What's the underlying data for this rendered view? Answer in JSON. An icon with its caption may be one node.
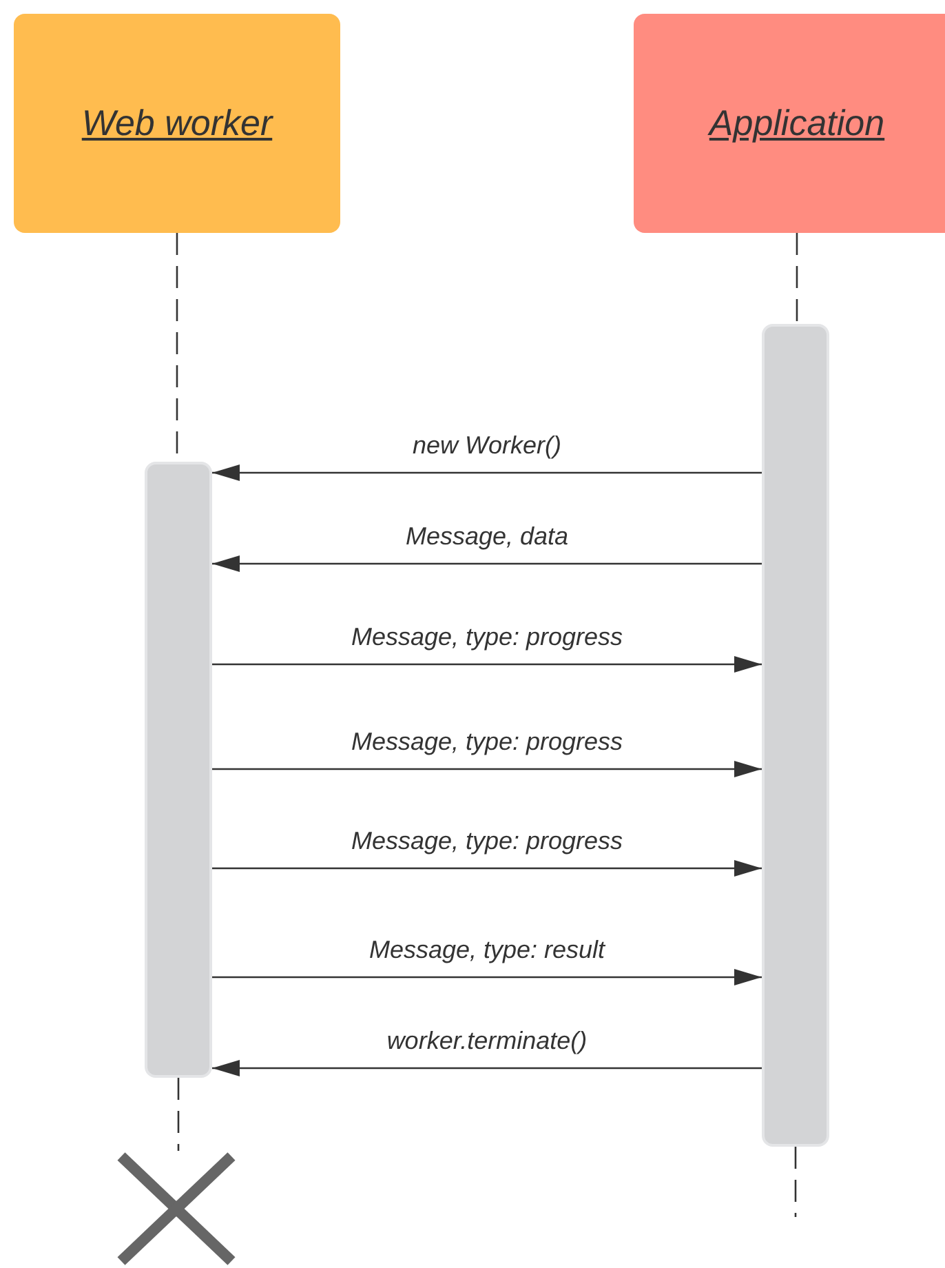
{
  "diagram": {
    "nodes": [
      {
        "text": [
          "Web worker"
        ]
      },
      {
        "text": [
          "Application"
        ]
      },
      {
        "text": [],
        "shape": "bar"
      },
      {
        "text": [],
        "shape": "bar"
      },
      {
        "text": [],
        "shape": "cross"
      }
    ],
    "edges": [
      {
        "from": 0,
        "to": 2,
        "arrow": "none",
        "style": "dashed"
      },
      {
        "from": 2,
        "to": 4,
        "arrow": "none",
        "style": "dashed"
      },
      {
        "from": 1,
        "to": 3,
        "arrow": "none",
        "style": "dashed"
      },
      {
        "from": 3,
        "to": null,
        "arrow": "none",
        "style": "dashed"
      },
      {
        "from": 3,
        "to": 2,
        "arrow": "to",
        "label": "new Worker()"
      },
      {
        "from": 3,
        "to": 2,
        "arrow": "to",
        "label": "Message, data"
      },
      {
        "from": 2,
        "to": 3,
        "arrow": "to",
        "label": "Message, type: progress"
      },
      {
        "from": 2,
        "to": 3,
        "arrow": "to",
        "label": "Message, type: progress"
      },
      {
        "from": 2,
        "to": 3,
        "arrow": "to",
        "label": "Message, type: progress"
      },
      {
        "from": 2,
        "to": 3,
        "arrow": "to",
        "label": "Message, type: result"
      },
      {
        "from": 3,
        "to": 2,
        "arrow": "to",
        "label": "worker.terminate()"
      }
    ]
  }
}
